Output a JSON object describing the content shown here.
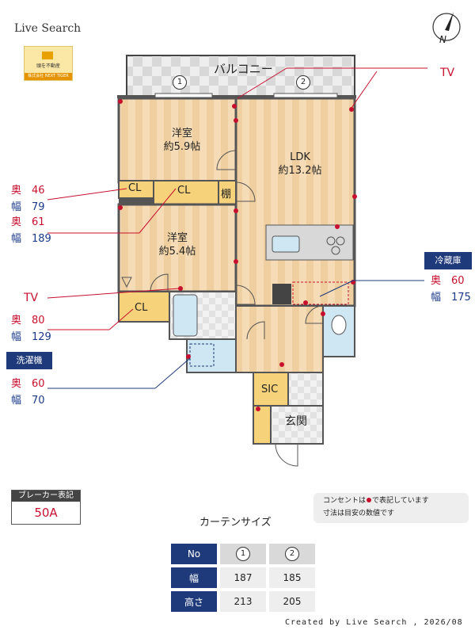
{
  "brand": "Live Search",
  "logo": {
    "line1": "頭を不動産",
    "line2": "株式会社 NEXT TIGER"
  },
  "compass": "N",
  "balcony": "バルコニー",
  "window_marks": [
    "1",
    "2"
  ],
  "rooms": {
    "western1": {
      "name": "洋室",
      "size": "約5.9帖"
    },
    "western2": {
      "name": "洋室",
      "size": "約5.4帖"
    },
    "ldk": {
      "name": "LDK",
      "size": "約13.2帖"
    },
    "cl1": "CL",
    "cl2": "CL",
    "cl3": "CL",
    "shelf": "棚",
    "sic": "SIC",
    "entrance": "玄関"
  },
  "labels": {
    "depth": "奥",
    "width": "幅",
    "tv": "TV",
    "fridge": "冷蔵庫",
    "washer": "洗濯機"
  },
  "dims": {
    "cl_a": {
      "depth": "46",
      "width": "79"
    },
    "cl_b": {
      "depth": "61",
      "width": "189"
    },
    "cl_c": {
      "depth": "80",
      "width": "129"
    },
    "washer": {
      "depth": "60",
      "width": "70"
    },
    "fridge": {
      "depth": "60",
      "width": "175"
    }
  },
  "breaker": {
    "title": "ブレーカー表記",
    "value": "50A"
  },
  "note": {
    "line1_a": "コンセントは",
    "line1_b": "で表記しています",
    "line2": "寸法は目安の数値です"
  },
  "curtain": {
    "title": "カーテンサイズ",
    "header": [
      "No",
      "1",
      "2"
    ],
    "rows": [
      {
        "label": "幅",
        "values": [
          "187",
          "185"
        ]
      },
      {
        "label": "高さ",
        "values": [
          "213",
          "205"
        ]
      }
    ]
  },
  "footer": "Created by Live Search , 2026/08",
  "colors": {
    "accent_red": "#c8102e",
    "navy": "#1f3a7a",
    "floor": "#f3d9b1",
    "closet": "#f6d27a"
  }
}
